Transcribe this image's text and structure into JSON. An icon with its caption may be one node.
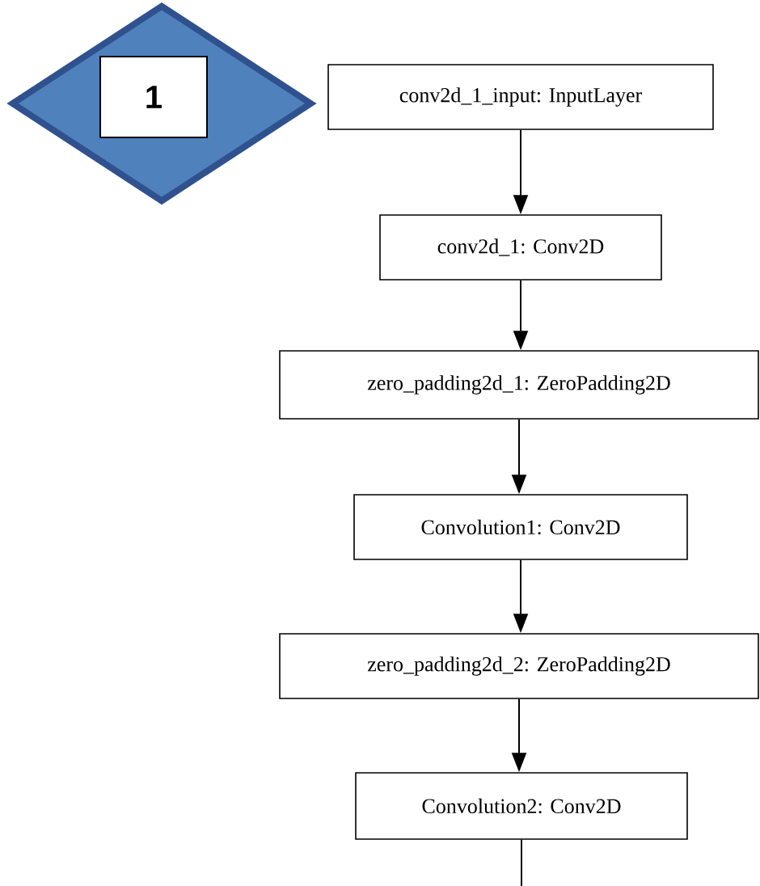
{
  "diagram": {
    "nodes": [
      {
        "text": [],
        "shape": "diamond"
      },
      {
        "text": [
          "1"
        ],
        "in": 0
      },
      {
        "text": [
          "conv2d_1_input: InputLayer"
        ]
      },
      {
        "text": [
          "conv2d_1: Conv2D"
        ]
      },
      {
        "text": [
          "zero_padding2d_1: ZeroPadding2D"
        ]
      },
      {
        "text": [
          "Convolution1: Conv2D"
        ]
      },
      {
        "text": [
          "zero_padding2d_2: ZeroPadding2D"
        ]
      },
      {
        "text": [
          "Convolution2: Conv2D"
        ]
      }
    ],
    "edges": [
      {
        "from": 2,
        "to": 3,
        "arrow": "to"
      },
      {
        "from": 3,
        "to": 4,
        "arrow": "to"
      },
      {
        "from": 4,
        "to": 5,
        "arrow": "to"
      },
      {
        "from": 5,
        "to": 6,
        "arrow": "to"
      },
      {
        "from": 6,
        "to": 7,
        "arrow": "to"
      },
      {
        "from": 7,
        "to": null,
        "arrow": "none"
      }
    ]
  }
}
